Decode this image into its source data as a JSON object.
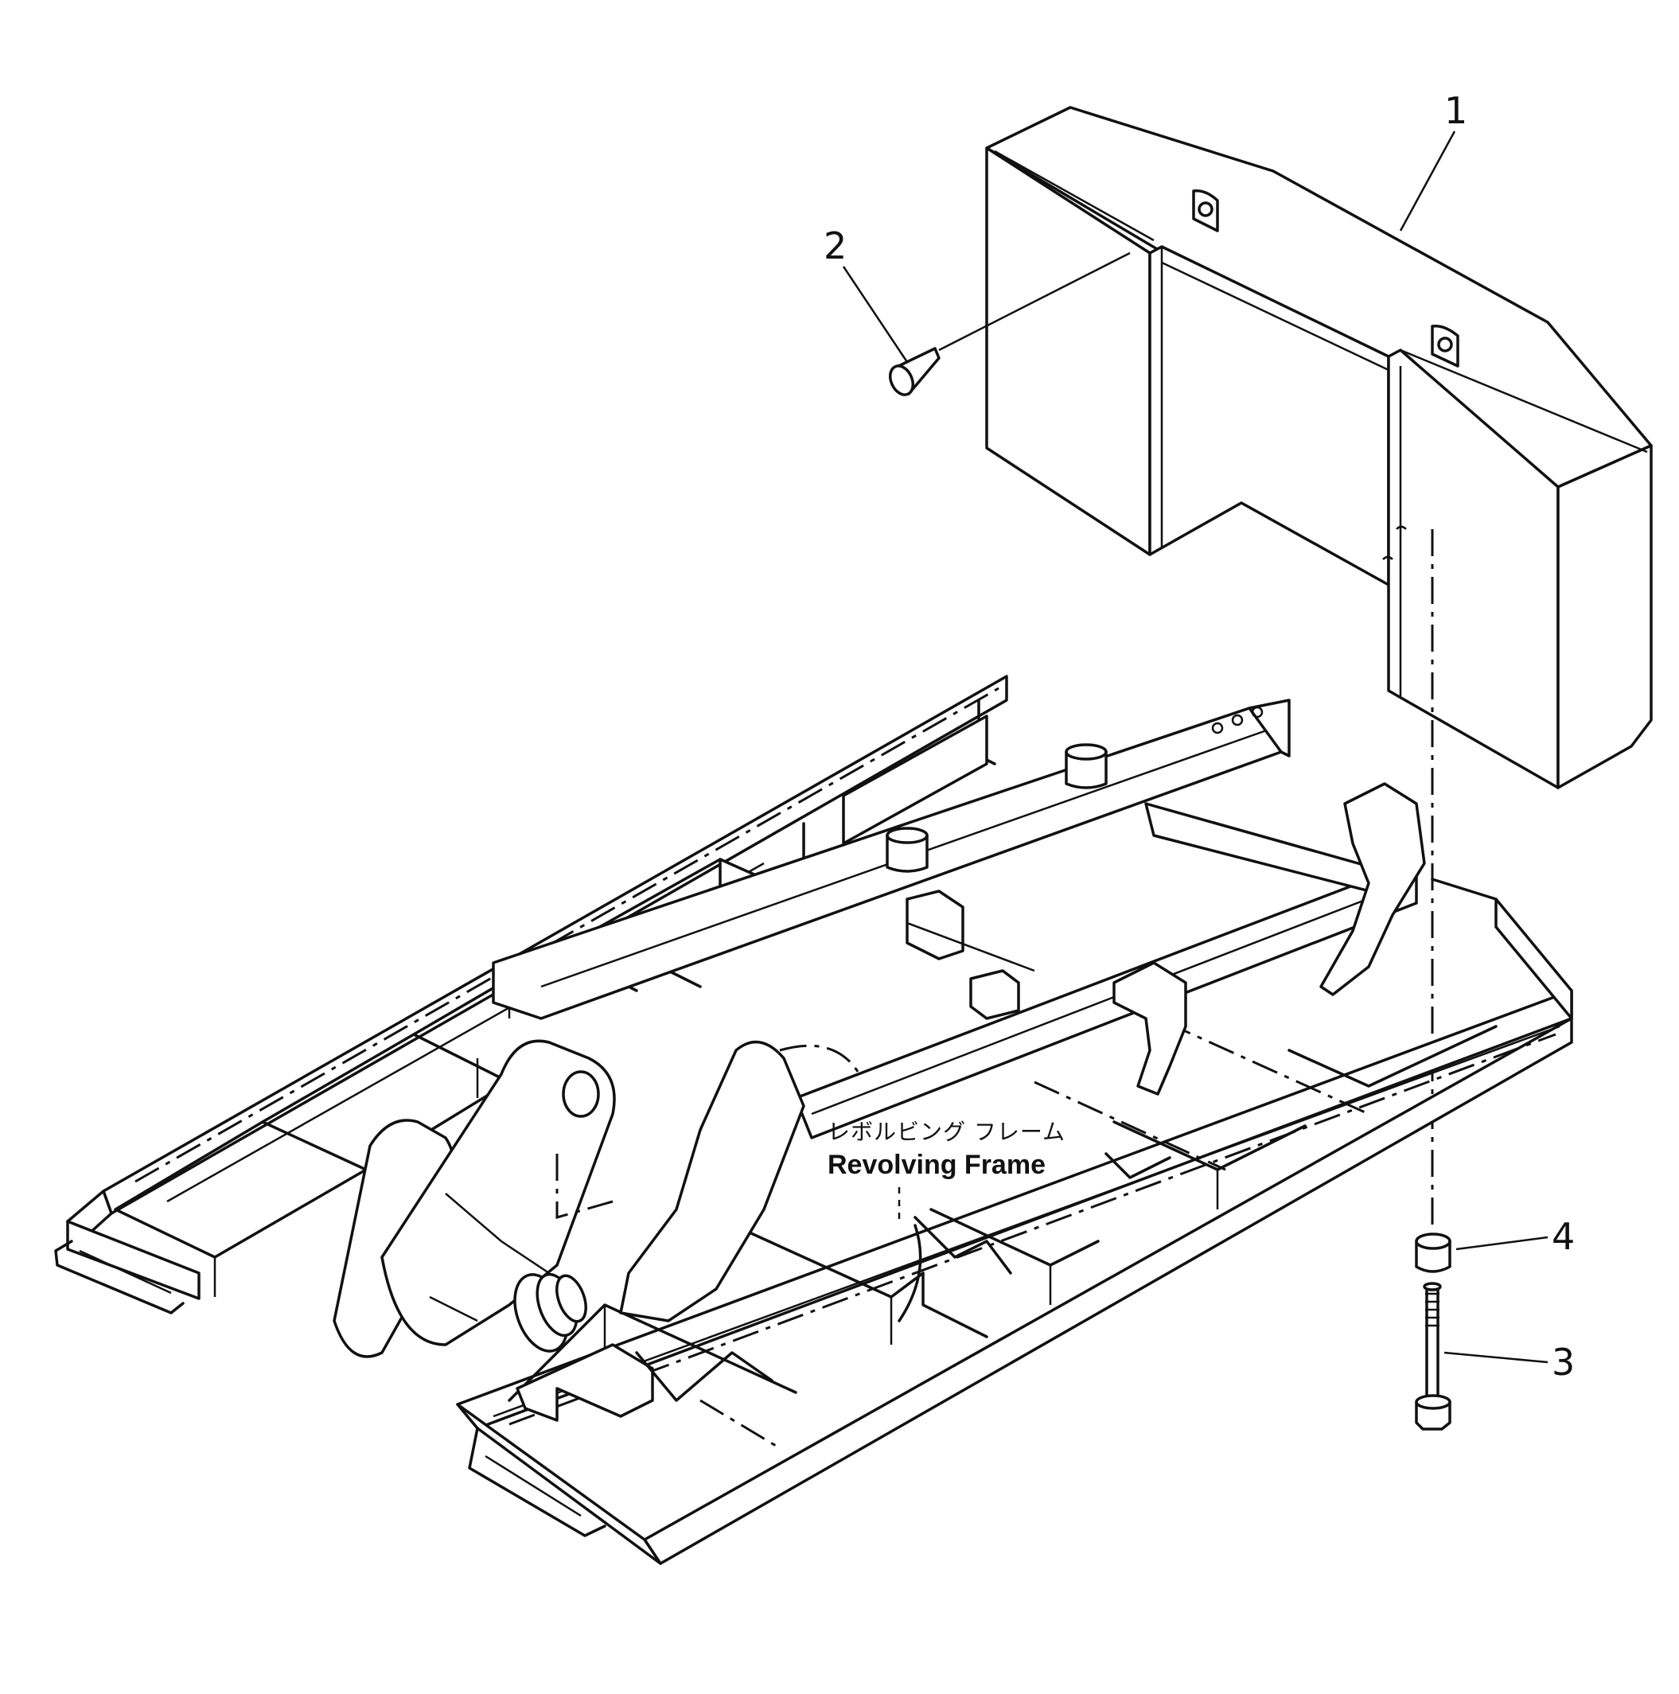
{
  "diagram": {
    "callouts": [
      {
        "id": "1",
        "label": "1"
      },
      {
        "id": "2",
        "label": "2"
      },
      {
        "id": "3",
        "label": "3"
      },
      {
        "id": "4",
        "label": "4"
      }
    ],
    "frame_label": {
      "japanese": "レボルビング フレーム",
      "english": "Revolving Frame"
    }
  }
}
